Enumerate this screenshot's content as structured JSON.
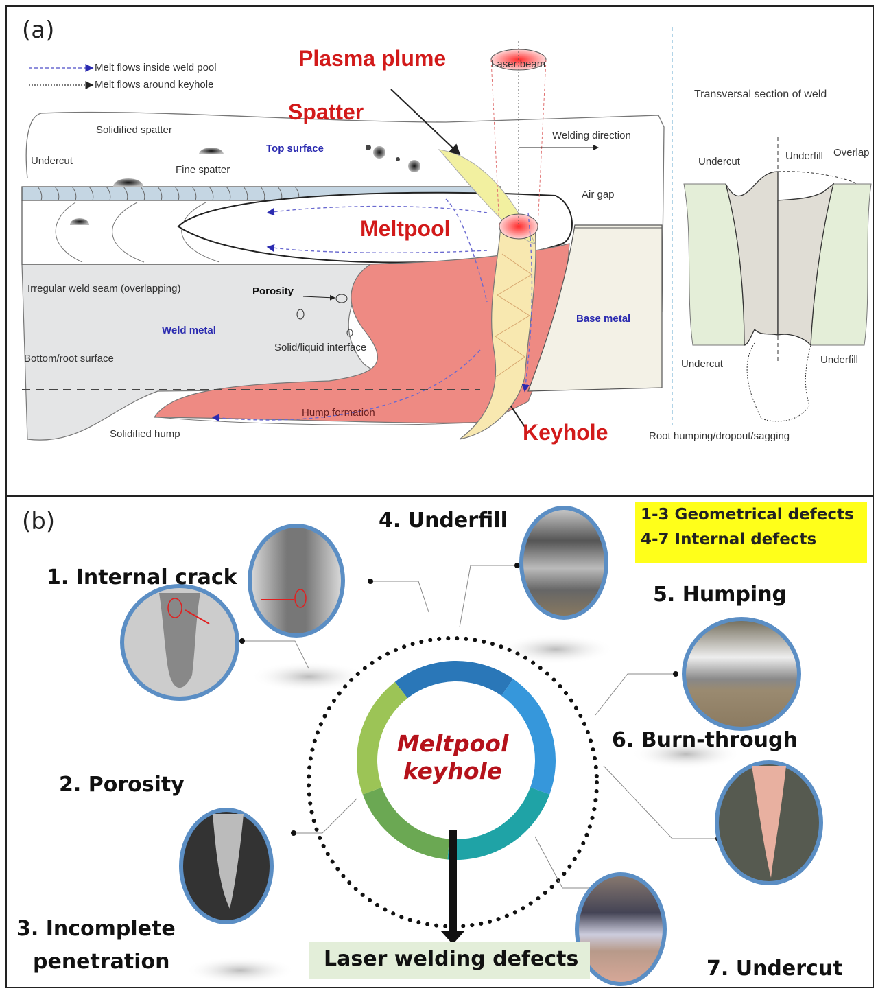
{
  "panel_a": {
    "label": "(a)",
    "legend": [
      {
        "text": "Melt flows inside weld pool",
        "style": "blue-dashed-arrow"
      },
      {
        "text": "Melt flows around keyhole",
        "style": "black-dotted-arrow"
      }
    ],
    "highlight_labels": {
      "plasma_plume": "Plasma plume",
      "spatter": "Spatter",
      "meltpool": "Meltpool",
      "keyhole": "Keyhole"
    },
    "region_labels": {
      "top_surface": "Top surface",
      "weld_metal": "Weld metal",
      "base_metal": "Base metal"
    },
    "annotations": {
      "laser_beam": "Laser beam",
      "welding_direction": "Welding direction",
      "solidified_spatter": "Solidified spatter",
      "fine_spatter": "Fine spatter",
      "undercut": "Undercut",
      "air_gap": "Air gap",
      "irregular_seam": "Irregular weld seam (overlapping)",
      "porosity": "Porosity",
      "solid_liquid": "Solid/liquid interface",
      "bottom_root": "Bottom/root surface",
      "hump_formation": "Hump formation",
      "solidified_hump": "Solidified hump"
    },
    "transversal": {
      "title": "Transversal section of weld",
      "undercut_top": "Undercut",
      "underfill_top": "Underfill",
      "overlap": "Overlap",
      "undercut_bottom": "Undercut",
      "underfill_bottom": "Underfill",
      "root": "Root humping/dropout/sagging"
    },
    "colors": {
      "melt_pool": "#ee8a83",
      "keyhole": "#f8e8b0",
      "plume": "#f2f0a0",
      "weld_metal": "#e4e5e6",
      "base_metal": "#f3f1e6",
      "seam": "#c5d6e3",
      "transversal_base": "#e4eed8",
      "transversal_weld": "#e0ddd5",
      "highlight_text": "#d21a1a",
      "region_text": "#2b2bb0"
    }
  },
  "panel_b": {
    "label": "(b)",
    "note": [
      "1-3 Geometrical defects",
      "4-7 Internal defects"
    ],
    "center": {
      "line1": "Meltpool",
      "line2": "keyhole"
    },
    "output": "Laser welding defects",
    "defects": [
      {
        "number": 1,
        "label": "1. Internal crack"
      },
      {
        "number": 2,
        "label": "2.  Porosity"
      },
      {
        "number": 3,
        "label_line1": "3. Incomplete",
        "label_line2": "penetration"
      },
      {
        "number": 4,
        "label": "4. Underfill"
      },
      {
        "number": 5,
        "label": "5. Humping"
      },
      {
        "number": 6,
        "label": "6. Burn-through"
      },
      {
        "number": 7,
        "label": "7. Undercut"
      }
    ],
    "ring_segments": [
      {
        "name": "top",
        "color": "#2a77b8"
      },
      {
        "name": "right-upper",
        "color": "#3697db"
      },
      {
        "name": "right-lower",
        "color": "#1fa3a6"
      },
      {
        "name": "bottom-left",
        "color": "#6ba853"
      },
      {
        "name": "left",
        "color": "#9cc456"
      }
    ],
    "colors": {
      "note_bg": "#ffff1a",
      "output_bg": "#e3eed9",
      "center_text": "#b5121b",
      "photo_border": "#5b8ec4"
    }
  }
}
